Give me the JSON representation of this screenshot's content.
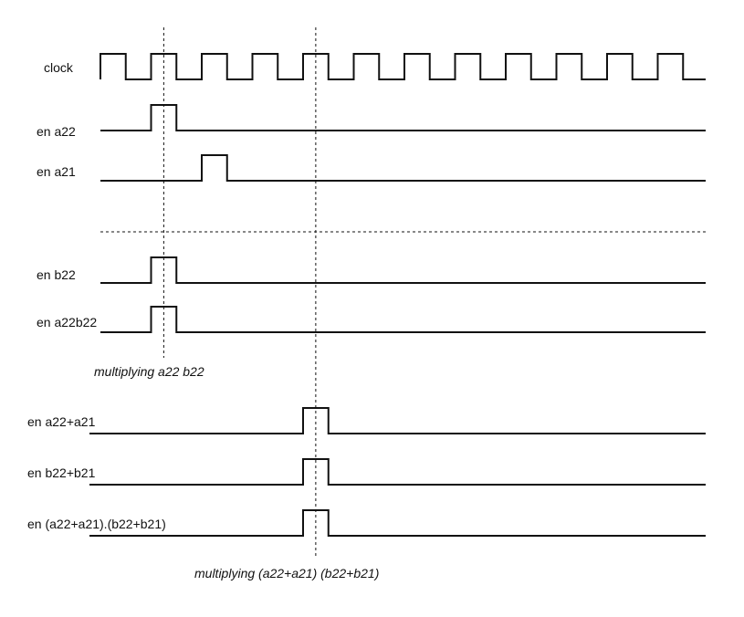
{
  "signals": [
    {
      "label": "clock",
      "type": "clock"
    },
    {
      "label": "en a22",
      "type": "pulse",
      "pulse_cycle": 1
    },
    {
      "label": "en a21",
      "type": "pulse",
      "pulse_cycle": 2
    },
    {
      "label": "en b22",
      "type": "pulse",
      "pulse_cycle": 1
    },
    {
      "label": "en a22b22",
      "type": "pulse",
      "pulse_cycle": 1
    },
    {
      "label": "en a22+a21",
      "type": "pulse",
      "pulse_cycle": 4
    },
    {
      "label": "en b22+b21",
      "type": "pulse",
      "pulse_cycle": 4
    },
    {
      "label": "en (a22+a21).(b22+b21)",
      "type": "pulse",
      "pulse_cycle": 4
    }
  ],
  "annotations": [
    {
      "text": "multiplying a22 b22",
      "cycle": 1
    },
    {
      "text": "multiplying (a22+a21) (b22+b21)",
      "cycle": 4
    }
  ],
  "clock_cycles": 12
}
